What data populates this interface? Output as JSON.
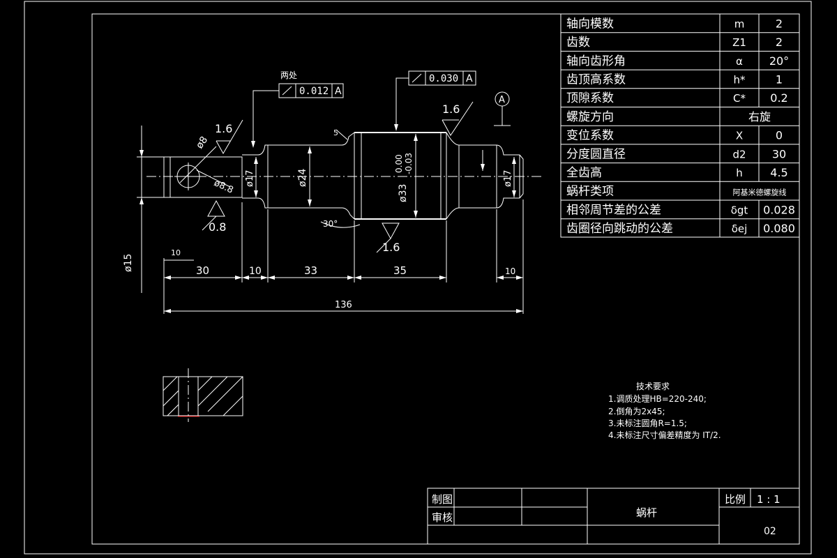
{
  "params_table": [
    {
      "name": "轴向模数",
      "symbol": "m",
      "value": "2"
    },
    {
      "name": "齿数",
      "symbol": "Z1",
      "value": "2"
    },
    {
      "name": "轴向齿形角",
      "symbol": "α",
      "value": "20°"
    },
    {
      "name": "齿顶高系数",
      "symbol": "h*",
      "value": "1"
    },
    {
      "name": "顶隙系数",
      "symbol": "C*",
      "value": "0.2"
    },
    {
      "name": "螺旋方向",
      "symbol": "",
      "value": "右旋"
    },
    {
      "name": "变位系数",
      "symbol": "X",
      "value": "0"
    },
    {
      "name": "分度圆直径",
      "symbol": "d2",
      "value": "30"
    },
    {
      "name": "全齿高",
      "symbol": "h",
      "value": "4.5"
    },
    {
      "name": "蜗杆类项",
      "symbol": "",
      "value": "阿基米德螺旋线"
    },
    {
      "name": "相邻周节差的公差",
      "symbol": "δgt",
      "value": "0.028"
    },
    {
      "name": "齿圈径向跳动的公差",
      "symbol": "δej",
      "value": "0.080"
    }
  ],
  "tolerance_frames": {
    "left_note": "两处",
    "left_value": "0.012",
    "left_datum": "A",
    "right_value": "0.030",
    "right_datum": "A",
    "datum_marker": "A"
  },
  "roughness": {
    "r1": "1.6",
    "r2": "0.8",
    "r3": "1.6",
    "r4": "1.6"
  },
  "dimensions": {
    "d_outer_left": "ø15",
    "d_hole": "ø8",
    "d_hole2": "ø8.8",
    "d_17_left": "ø17",
    "d_24": "ø24",
    "d_33": "ø33",
    "d_33_tol_upper": "0.00",
    "d_33_tol_lower": "-0.03",
    "d_17_right": "ø17",
    "chamfer": "5",
    "angle": "30°",
    "len_10a": "10",
    "len_30": "30",
    "len_10b": "10",
    "len_33": "33",
    "len_35": "35",
    "len_10c": "10",
    "len_136": "136"
  },
  "tech_requirements": {
    "title": "技术要求",
    "items": [
      "1.调质处理HB=220-240;",
      "2.倒角为2x45;",
      "3.未标注圆角R=1.5;",
      "4.未标注尺寸偏差精度为 IT/2."
    ]
  },
  "title_block": {
    "drawn_label": "制图",
    "checked_label": "审核",
    "part_name": "蜗杆",
    "scale_label": "比例",
    "scale_value": "1 : 1",
    "drawing_no": "02"
  }
}
